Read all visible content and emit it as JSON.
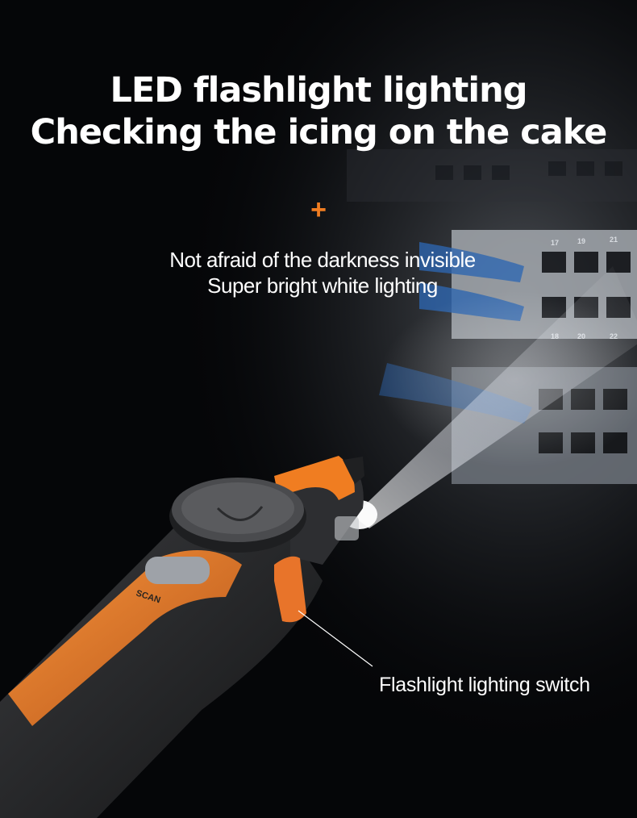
{
  "headline": {
    "line1": "LED flashlight lighting",
    "line2": "Checking the icing on the cake"
  },
  "accent_symbol": "+",
  "subheadline": {
    "line1": "Not afraid of the darkness invisible",
    "line2": "Super bright white lighting"
  },
  "callout": {
    "label": "Flashlight lighting switch"
  },
  "device": {
    "button_label": "SCAN"
  },
  "switch_panel": {
    "port_numbers": [
      "17",
      "19",
      "21",
      "18",
      "20",
      "22"
    ]
  },
  "colors": {
    "background": "#050608",
    "accent_orange": "#f07d21",
    "text": "#ffffff",
    "device_body": "#2a2b2d"
  }
}
